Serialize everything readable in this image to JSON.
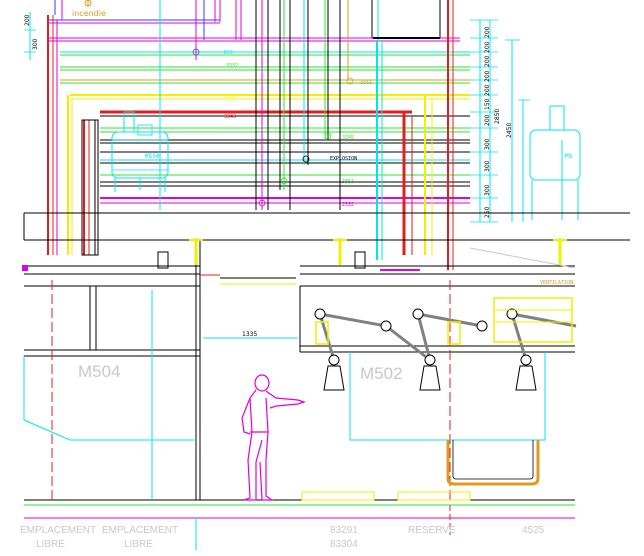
{
  "top_label": "incendie",
  "vessels": {
    "small_left": "M550",
    "small_right": "M5",
    "big_left": "M504",
    "big_right": "M502"
  },
  "pipe_tags": [
    "DSY",
    "3311",
    "3313",
    "3343",
    "3345",
    "EXPLOSION",
    "3353",
    "2332",
    "3332"
  ],
  "dimensions": {
    "vertical": [
      "200",
      "200",
      "200",
      "200",
      "200",
      "150",
      "200",
      "300",
      "300",
      "300",
      "250"
    ],
    "total_a": "2850",
    "total_b": "2450",
    "left_small": "200",
    "left_top": "300",
    "walkway": "1335"
  },
  "ventilation_label": "VENTILATION",
  "bottom_labels": [
    {
      "line1": "EMPLACEMENT",
      "line2": "LIBRE"
    },
    {
      "line1": "EMPLACEMENT",
      "line2": "LIBRE"
    },
    {
      "line1": "83291",
      "line2": "83304"
    },
    {
      "line1": "RESERVE",
      "line2": ""
    },
    {
      "line1": "4525",
      "line2": ""
    }
  ],
  "colors": {
    "red": "#e41e1e",
    "magenta": "#e100e1",
    "yellow": "#f0f000",
    "green": "#2ee52e",
    "cyan": "#00e5f0",
    "blue": "#3b3bff",
    "orange": "#e39a1a",
    "black": "#000000",
    "gray_text": "#c8c8c8"
  }
}
